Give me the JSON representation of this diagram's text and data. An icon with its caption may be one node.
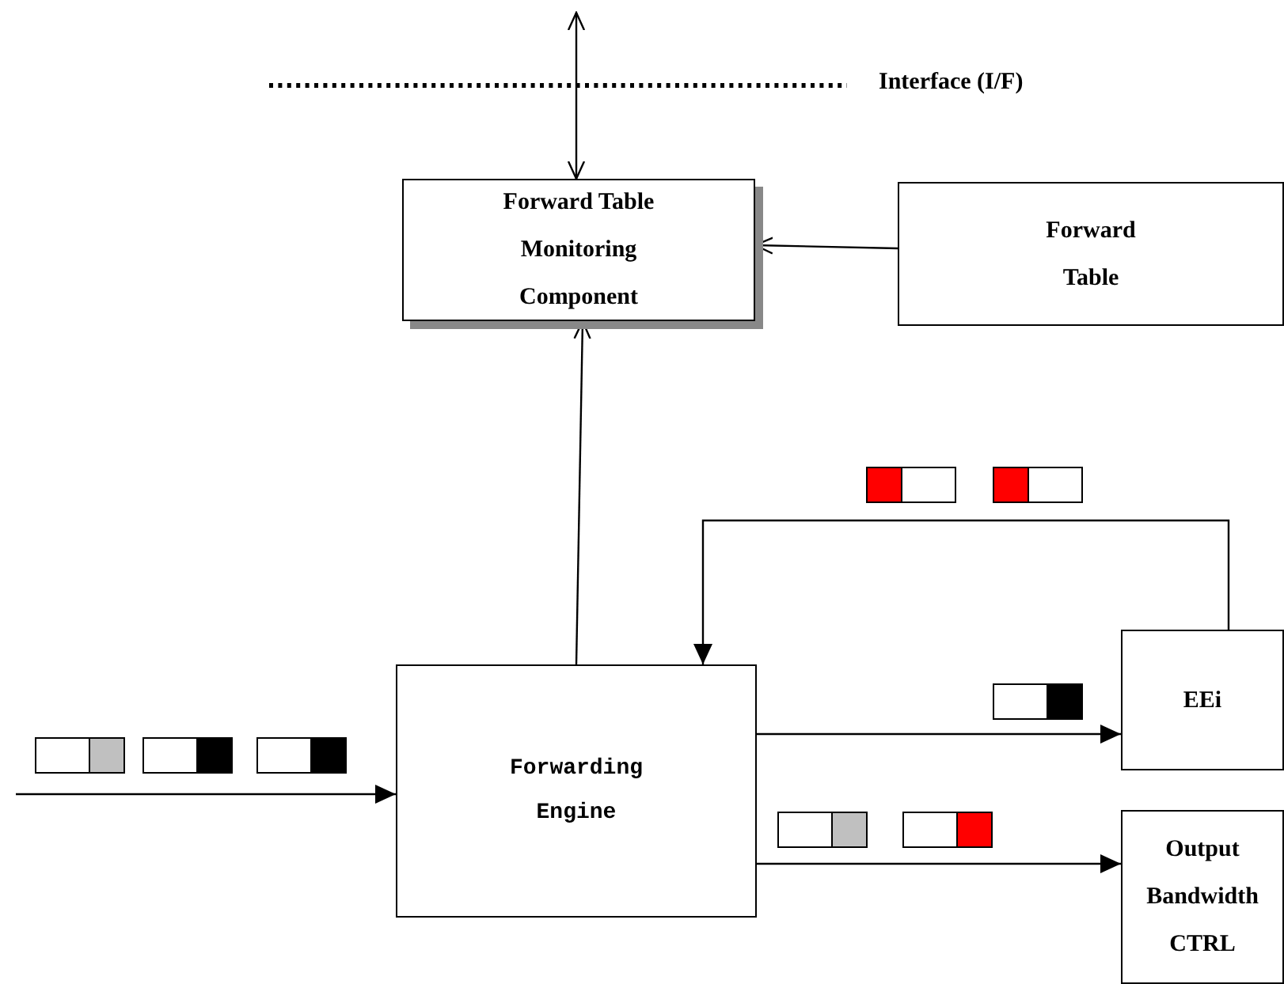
{
  "diagram": {
    "nodes": [
      {
        "text": [
          "Forward Table Monitoring Component"
        ]
      },
      {
        "text": [
          "Forward Table"
        ]
      },
      {
        "text": [
          "Forwarding Engine"
        ]
      },
      {
        "text": [
          "EEi"
        ]
      },
      {
        "text": [
          "Output Bandwidth CTRL"
        ]
      }
    ],
    "edges": [
      {
        "from": null,
        "to": 0,
        "arrow": "both"
      },
      {
        "from": 1,
        "to": 0,
        "arrow": "to"
      },
      {
        "from": 2,
        "to": 0,
        "arrow": "to"
      },
      {
        "from": 3,
        "to": 2,
        "arrow": "to"
      },
      {
        "from": 2,
        "to": 3,
        "arrow": "to"
      },
      {
        "from": 2,
        "to": 4,
        "arrow": "to"
      },
      {
        "from": null,
        "to": 2,
        "arrow": "to"
      }
    ],
    "labels": [
      "Interface (I/F)"
    ]
  }
}
